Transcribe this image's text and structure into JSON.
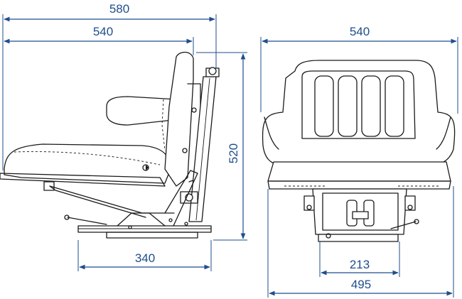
{
  "colors": {
    "dimension": "#1f4e8c",
    "drawing": "#1a1a1a",
    "background": "#ffffff"
  },
  "dimensions": {
    "side_total_length": "580",
    "side_seat_length": "540",
    "side_height": "520",
    "side_base_length": "340",
    "front_backrest_width": "540",
    "front_base_inner_width": "213",
    "front_base_width": "495"
  }
}
